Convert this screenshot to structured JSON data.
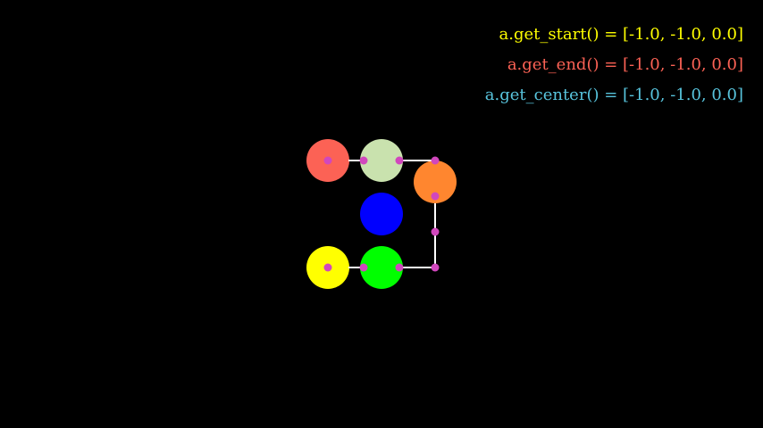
{
  "readouts": {
    "start": {
      "text": "a.get_start() = [-1.0, -1.0, 0.0]",
      "color": "#FFFF00"
    },
    "end": {
      "text": "a.get_end() = [-1.0, -1.0, 0.0]",
      "color": "#FC6255"
    },
    "center": {
      "text": "a.get_center() = [-1.0, -1.0, 0.0]",
      "color": "#58C4DD"
    }
  },
  "colors": {
    "background": "#000000",
    "path": "#FFFFFF",
    "anchor_dot": "#D147BD"
  },
  "circles": [
    {
      "name": "red",
      "color": "#FC6255"
    },
    {
      "name": "light-green",
      "color": "#C9E2AE"
    },
    {
      "name": "orange",
      "color": "#FF862F"
    },
    {
      "name": "blue",
      "color": "#0000FF"
    },
    {
      "name": "yellow",
      "color": "#FFFF00"
    },
    {
      "name": "green",
      "color": "#00FF00"
    }
  ]
}
